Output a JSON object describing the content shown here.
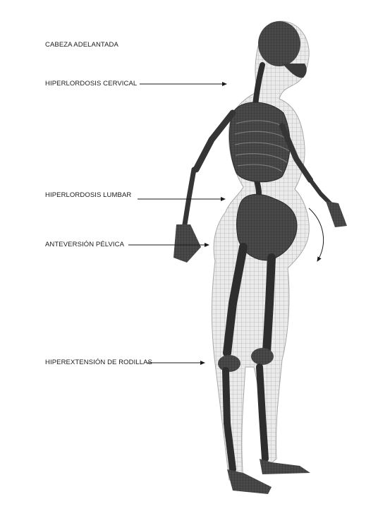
{
  "labels": {
    "forward_head": "CABEZA ADELANTADA",
    "cervical": "HIPERLORDOSIS CERVICAL",
    "lumbar": "HIPERLORDOSIS LUMBAR",
    "pelvic": "ANTEVERSIÓN PÉLVICA",
    "knees": "HIPEREXTENSIÓN DE RODILLAS"
  },
  "colors": {
    "text": "#1a1a1a",
    "skeleton": "#3a3a3a",
    "body_mesh": "#bdbdbd"
  }
}
